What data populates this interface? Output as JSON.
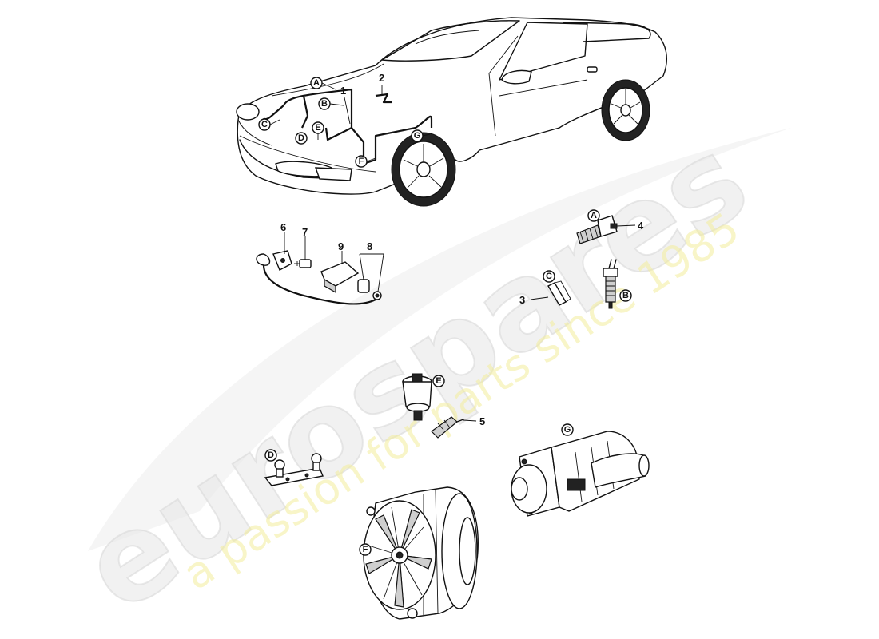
{
  "watermark": {
    "brand": "eurospares",
    "tagline": "a passion for parts since 1985"
  },
  "callouts": {
    "n1": "1",
    "n2": "2",
    "n3": "3",
    "n4": "4",
    "n5": "5",
    "n6": "6",
    "n7": "7",
    "n8": "8",
    "n9": "9"
  },
  "car_letters": {
    "a": "A",
    "b": "B",
    "c": "C",
    "d": "D",
    "e": "E",
    "f": "F",
    "g": "G"
  },
  "part_letters": {
    "a": "A",
    "b": "B",
    "c": "C",
    "d": "D",
    "e": "E",
    "f": "F",
    "g": "G"
  }
}
